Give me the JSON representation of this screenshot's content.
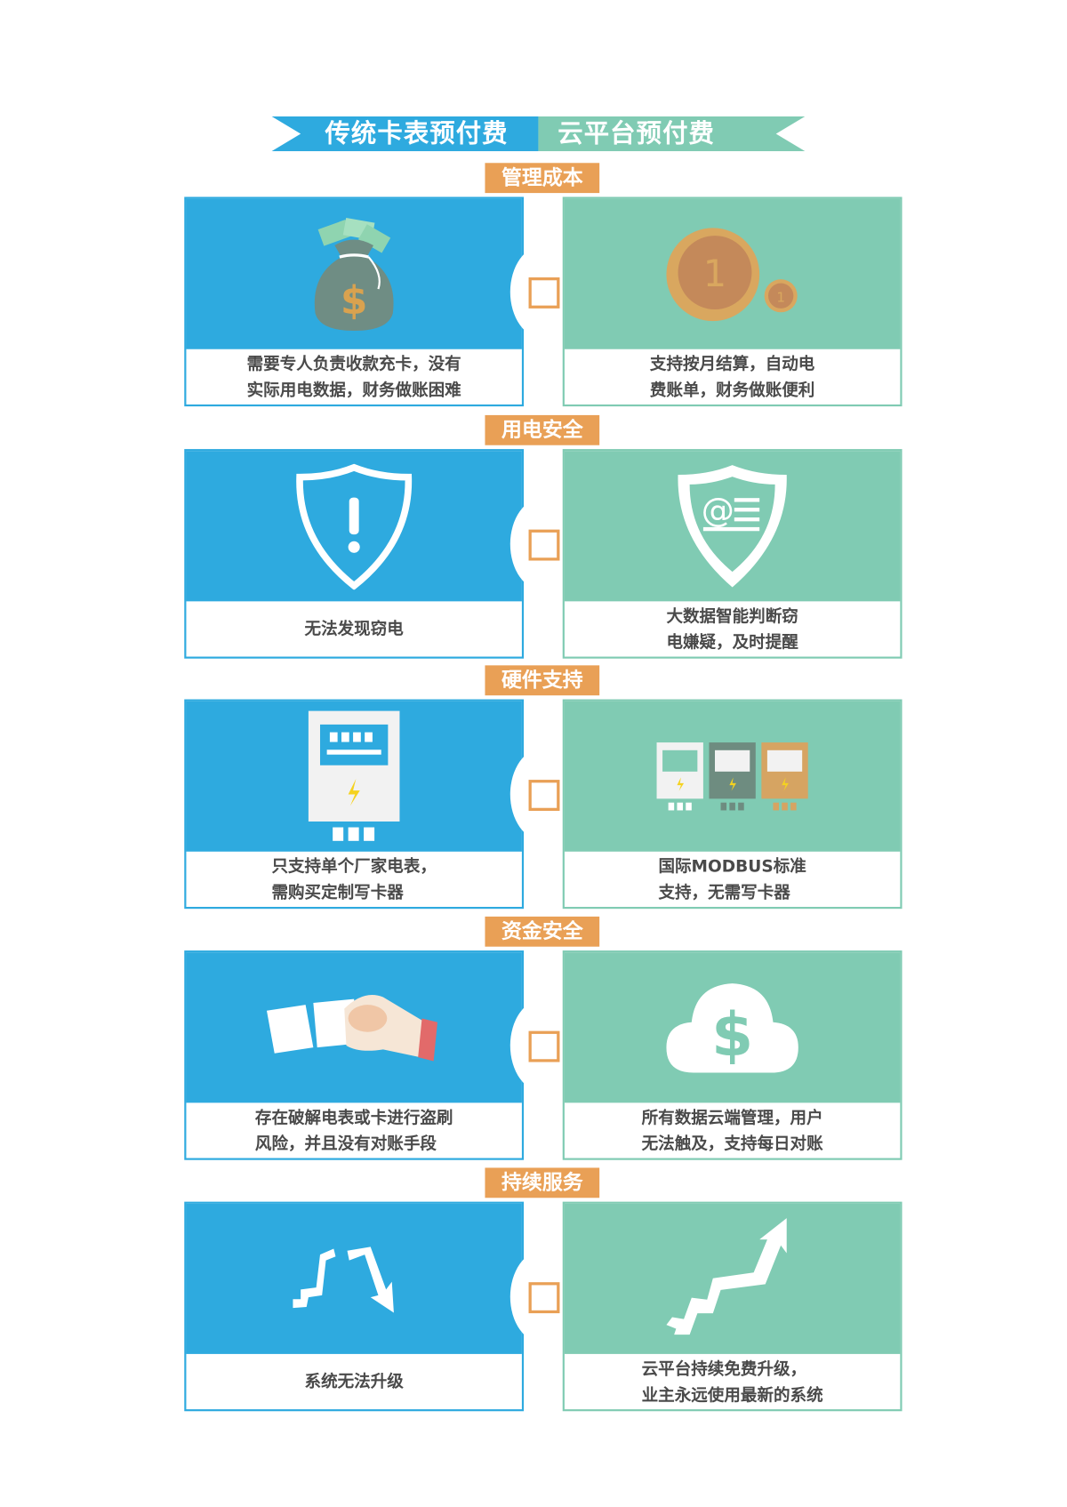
{
  "header": {
    "left_title": "传统卡表预付费",
    "right_title": "云平台预付费"
  },
  "colors": {
    "traditional": "#2eaadf",
    "cloud": "#80cbb3",
    "category": "#e9a056",
    "text": "#4a4a4a"
  },
  "rows": [
    {
      "category": "管理成本",
      "left": {
        "icon": "money-bag-icon",
        "lines": [
          "需要专人负责收款充卡，没有",
          "实际用电数据，财务做账困难"
        ]
      },
      "right": {
        "icon": "coins-icon",
        "lines": [
          "支持按月结算，自动电",
          "费账单，财务做账便利"
        ]
      }
    },
    {
      "category": "用电安全",
      "left": {
        "icon": "shield-warning-icon",
        "lines": [
          "无法发现窃电"
        ]
      },
      "right": {
        "icon": "shield-data-icon",
        "lines": [
          "大数据智能判断窃",
          "电嫌疑，及时提醒"
        ]
      }
    },
    {
      "category": "硬件支持",
      "left": {
        "icon": "single-meter-icon",
        "lines": [
          "只支持单个厂家电表，",
          "需购买定制写卡器"
        ]
      },
      "right": {
        "icon": "multiple-meters-icon",
        "lines": [
          "国际MODBUS标准",
          "支持，无需写卡器"
        ]
      }
    },
    {
      "category": "资金安全",
      "left": {
        "icon": "hand-card-icon",
        "lines": [
          "存在破解电表或卡进行盗刷",
          "风险，并且没有对账手段"
        ]
      },
      "right": {
        "icon": "cloud-dollar-icon",
        "lines": [
          "所有数据云端管理，用户",
          "无法触及，支持每日对账"
        ]
      }
    },
    {
      "category": "持续服务",
      "left": {
        "icon": "broken-arrow-down-icon",
        "lines": [
          "系统无法升级"
        ]
      },
      "right": {
        "icon": "arrow-up-trend-icon",
        "lines": [
          "云平台持续免费升级，",
          "业主永远使用最新的系统"
        ]
      }
    }
  ]
}
